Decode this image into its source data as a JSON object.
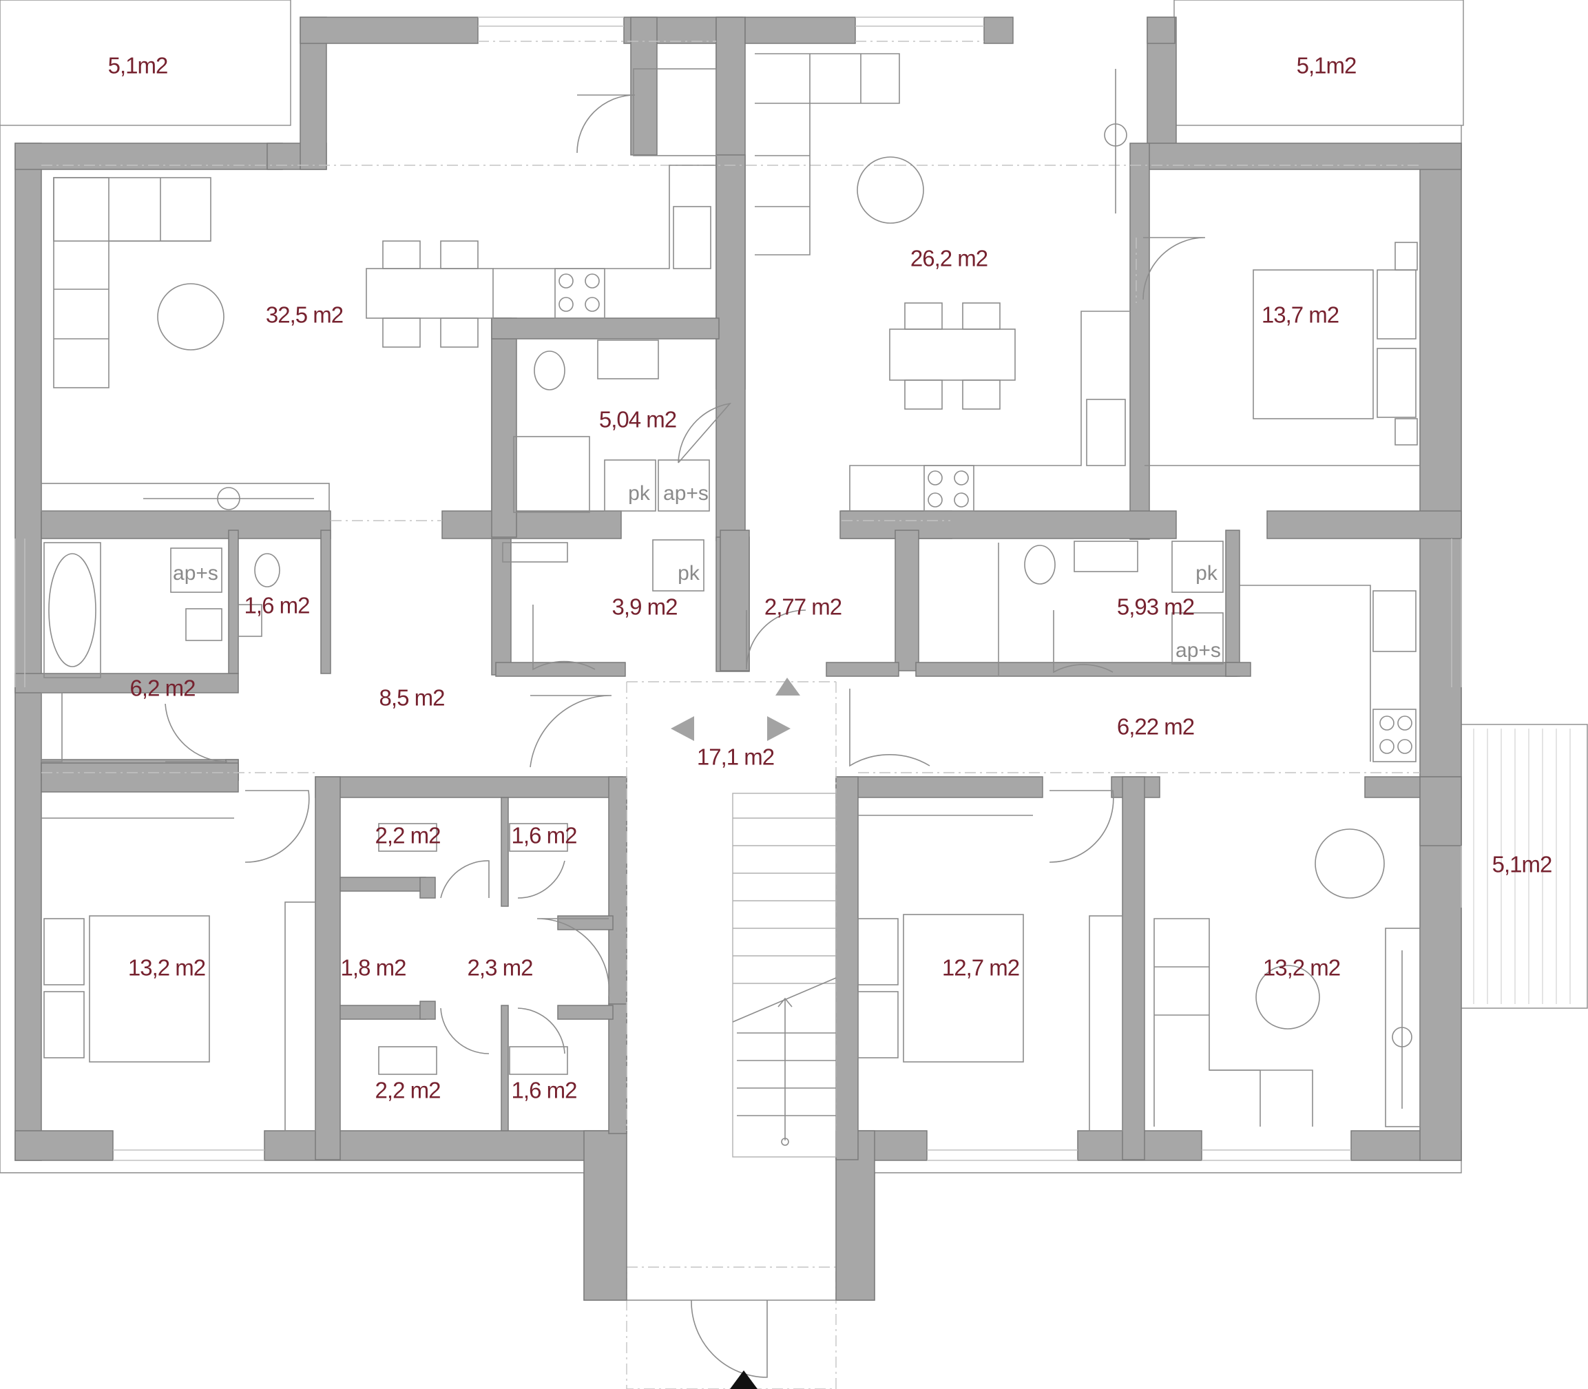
{
  "plan": {
    "balconies": [
      {
        "id": "balcony-nw",
        "area": "5,1m2"
      },
      {
        "id": "balcony-ne",
        "area": "5,1m2"
      },
      {
        "id": "balcony-e",
        "area": "5,1m2"
      }
    ],
    "rooms": [
      {
        "id": "living-kitchen-west",
        "area": "32,5 m2"
      },
      {
        "id": "living-kitchen-center",
        "area": "26,2 m2"
      },
      {
        "id": "bedroom-ne",
        "area": "13,7 m2"
      },
      {
        "id": "bathroom-north",
        "area": "5,04 m2"
      },
      {
        "id": "bathroom-west",
        "area": "6,2 m2"
      },
      {
        "id": "wc-west",
        "area": "1,6 m2"
      },
      {
        "id": "hall-west",
        "area": "8,5 m2"
      },
      {
        "id": "bathroom-center",
        "area": "3,9 m2"
      },
      {
        "id": "hall-north",
        "area": "2,77 m2"
      },
      {
        "id": "bathroom-east",
        "area": "5,93 m2"
      },
      {
        "id": "hall-east",
        "area": "6,22 m2"
      },
      {
        "id": "staircase",
        "area": "17,1 m2"
      },
      {
        "id": "bedroom-sw",
        "area": "13,2 m2"
      },
      {
        "id": "storage-1",
        "area": "2,2 m2"
      },
      {
        "id": "storage-2",
        "area": "1,6 m2"
      },
      {
        "id": "storage-3",
        "area": "1,8 m2"
      },
      {
        "id": "corridor-storage",
        "area": "2,3 m2"
      },
      {
        "id": "storage-4",
        "area": "2,2 m2"
      },
      {
        "id": "storage-5",
        "area": "1,6 m2"
      },
      {
        "id": "bedroom-south",
        "area": "12,7 m2"
      },
      {
        "id": "room-se",
        "area": "13,2 m2"
      }
    ],
    "fixture_labels": {
      "pk": "pk",
      "ap_s": "ap+s"
    }
  }
}
